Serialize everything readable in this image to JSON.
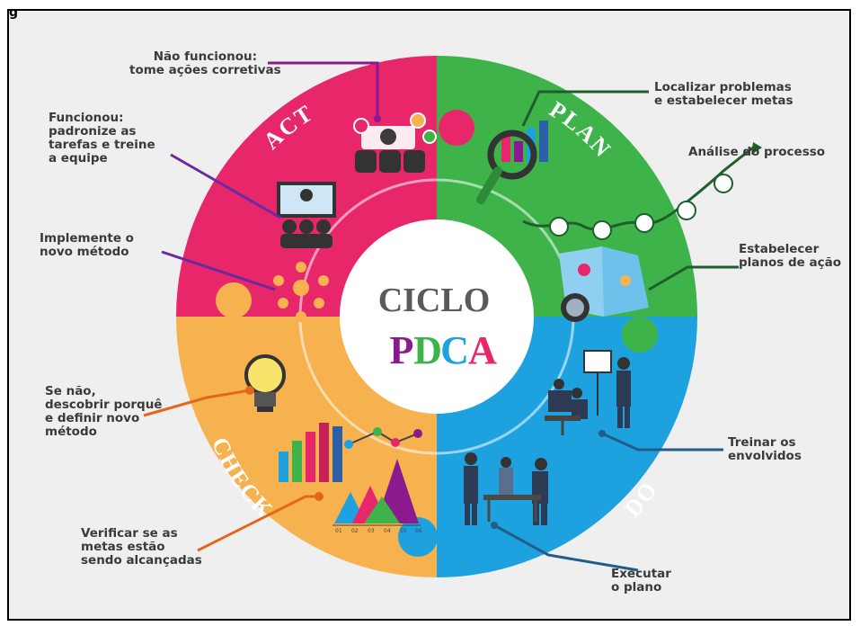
{
  "corner_text": "g",
  "center": {
    "line1": "CICLO",
    "letters": [
      "P",
      "D",
      "C",
      "A"
    ]
  },
  "quadrants": {
    "plan": {
      "name": "PLAN",
      "color": "#3db34a"
    },
    "do": {
      "name": "DO",
      "color": "#1ea1df"
    },
    "check": {
      "name": "CHECK",
      "color": "#f6b24e"
    },
    "act": {
      "name": "ACT",
      "color": "#e8266a"
    }
  },
  "letter_colors": {
    "P": "#8c1a8f",
    "D": "#3db34a",
    "C": "#1ea1df",
    "A": "#e8266a"
  },
  "labels": {
    "act_wrong": "Não funcionou:\ntome ações corretivas",
    "act_right": "Funcionou:\npadronize as\ntarefas e treine\na equipe",
    "act_implement": "Implemente o\nnovo método",
    "plan_locate": "Localizar problemas\ne estabelecer metas",
    "plan_analysis": "Análise do processo",
    "plan_action": "Estabelecer\nplanos de ação",
    "check_fail": "Se não,\ndescobrir porquê\ne definir novo\nmétodo",
    "check_goals": "Verificar se as\nmetas estão\nsendo alcançadas",
    "do_train": "Treinar os\nenvolvidos",
    "do_execute": "Executar\no plano"
  },
  "chart_axis": [
    "01",
    "02",
    "03",
    "04",
    "05",
    "06"
  ]
}
